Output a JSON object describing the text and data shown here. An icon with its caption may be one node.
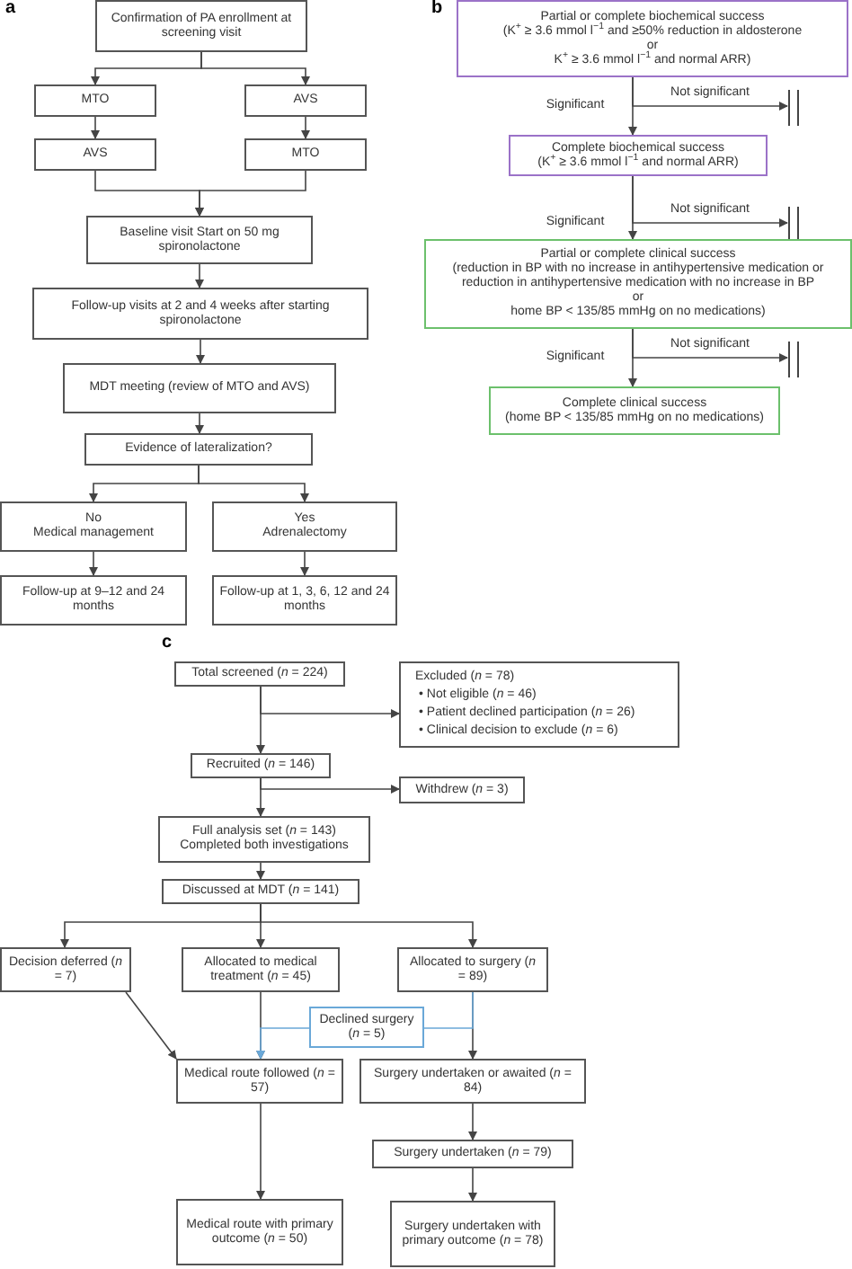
{
  "diagram": {
    "nodes": [
      {
        "text": [
          "Confirmation of PA enrollment at screening visit"
        ]
      },
      {
        "text": [
          "MTO"
        ]
      },
      {
        "text": [
          "AVS"
        ]
      },
      {
        "text": [
          "AVS"
        ]
      },
      {
        "text": [
          "MTO"
        ]
      },
      {
        "text": [
          "Baseline visit Start on 50 mg spironolactone"
        ]
      },
      {
        "text": [
          "Follow-up visits at 2 and 4 weeks after starting spironolactone"
        ]
      },
      {
        "text": [
          "MDT meeting (review of MTO and AVS)"
        ]
      },
      {
        "text": [
          "Evidence of lateralization?"
        ]
      },
      {
        "text": [
          "No",
          "Medical management"
        ]
      },
      {
        "text": [
          "Yes",
          "Adrenalectomy"
        ]
      },
      {
        "text": [
          "Follow-up at 9–12 and 24 months"
        ]
      },
      {
        "text": [
          "Follow-up at 1, 3, 6, 12 and 24 months"
        ]
      },
      {
        "text": [
          "Partial or complete biochemical success",
          "(K$^{+}$ ≥ 3.6 mmol l$^{−1}$ and ≥50% reduction in aldosterone",
          "or",
          "K$^{+}$ ≥ 3.6 mmol l$^{−1}$ and normal ARR)"
        ]
      },
      {
        "text": [],
        "shape": "bar"
      },
      {
        "text": [
          "Complete biochemical success",
          "(K$^{+}$ ≥ 3.6 mmol l$^{−1}$ and normal ARR)"
        ]
      },
      {
        "text": [],
        "shape": "bar"
      },
      {
        "text": [
          "Partial or complete clinical success",
          "(reduction in BP with no increase in antihypertensive medication or reduction in antihypertensive medication with no increase in BP",
          "or",
          "home BP < 135/85 mmHg on no medications)"
        ]
      },
      {
        "text": [],
        "shape": "bar"
      },
      {
        "text": [
          "Complete clinical success",
          "(home BP < 135/85 mmHg on no medications)"
        ]
      },
      {
        "text": [
          "Total screened (*n* = 224)"
        ]
      },
      {
        "text": [
          "Excluded (*n* = 78)",
          "• Not eligible (*n* = 46)",
          "• Patient declined participation (*n* = 26)",
          "• Clinical decision to exclude (*n* = 6)"
        ]
      },
      {
        "text": [
          "Recruited (*n* = 146)"
        ]
      },
      {
        "text": [
          "Withdrew (*n* = 3)"
        ]
      },
      {
        "text": [
          "Full analysis set (*n* = 143) Completed both investigations"
        ]
      },
      {
        "text": [
          "Discussed at MDT (*n* = 141)"
        ]
      },
      {
        "text": [
          "Decision deferred (*n* = 7)"
        ]
      },
      {
        "text": [
          "Allocated to medical treatment (*n* = 45)"
        ]
      },
      {
        "text": [
          "Allocated to surgery (*n* = 89)"
        ]
      },
      {
        "text": [
          "Declined surgery (*n* = 5)"
        ]
      },
      {
        "text": [
          "Medical route followed (*n* = 57)"
        ]
      },
      {
        "text": [
          "Surgery undertaken or awaited (*n* = 84)"
        ]
      },
      {
        "text": [
          "Surgery undertaken (*n* = 79)"
        ]
      },
      {
        "text": [
          "Medical route with primary outcome (*n* = 50)"
        ]
      },
      {
        "text": [
          "Surgery undertaken with primary outcome (*n* = 78)"
        ]
      }
    ],
    "edges": [
      {
        "from": 0,
        "to": 1,
        "arrow": "to"
      },
      {
        "from": 0,
        "to": 2,
        "arrow": "to"
      },
      {
        "from": 1,
        "to": 3,
        "arrow": "to"
      },
      {
        "from": 2,
        "to": 4,
        "arrow": "to"
      },
      {
        "from": 3,
        "to": 5,
        "arrow": "to"
      },
      {
        "from": 4,
        "to": 5,
        "arrow": "to"
      },
      {
        "from": 5,
        "to": 6,
        "arrow": "to"
      },
      {
        "from": 6,
        "to": 7,
        "arrow": "to"
      },
      {
        "from": 7,
        "to": 8,
        "arrow": "to"
      },
      {
        "from": 8,
        "to": 9,
        "arrow": "to"
      },
      {
        "from": 8,
        "to": 10,
        "arrow": "to"
      },
      {
        "from": 9,
        "to": 11,
        "arrow": "to"
      },
      {
        "from": 10,
        "to": 12,
        "arrow": "to"
      },
      {
        "from": 13,
        "to": 15,
        "arrow": "to",
        "label": "Significant"
      },
      {
        "from": 13,
        "to": 14,
        "arrow": "to",
        "label": "Not significant"
      },
      {
        "from": 15,
        "to": 17,
        "arrow": "to",
        "label": "Significant"
      },
      {
        "from": 15,
        "to": 16,
        "arrow": "to",
        "label": "Not significant"
      },
      {
        "from": 17,
        "to": 19,
        "arrow": "to",
        "label": "Significant"
      },
      {
        "from": 17,
        "to": 18,
        "arrow": "to",
        "label": "Not significant"
      },
      {
        "from": 20,
        "to": 21,
        "arrow": "to"
      },
      {
        "from": 20,
        "to": 22,
        "arrow": "to"
      },
      {
        "from": 22,
        "to": 23,
        "arrow": "to"
      },
      {
        "from": 22,
        "to": 24,
        "arrow": "to"
      },
      {
        "from": 24,
        "to": 25,
        "arrow": "to"
      },
      {
        "from": 25,
        "to": 26,
        "arrow": "to"
      },
      {
        "from": 25,
        "to": 27,
        "arrow": "to"
      },
      {
        "from": 25,
        "to": 28,
        "arrow": "to"
      },
      {
        "from": 26,
        "to": 30,
        "arrow": "to"
      },
      {
        "from": 27,
        "to": 30,
        "arrow": "to"
      },
      {
        "from": 28,
        "to": 31,
        "arrow": "to"
      },
      {
        "from": 28,
        "to": 29,
        "arrow": "none",
        "color": "#6aa8d8"
      },
      {
        "from": 29,
        "to": 30,
        "arrow": "to",
        "color": "#6aa8d8"
      },
      {
        "from": 30,
        "to": 33,
        "arrow": "to"
      },
      {
        "from": 31,
        "to": 32,
        "arrow": "to"
      },
      {
        "from": 32,
        "to": 34,
        "arrow": "to"
      }
    ],
    "labels": [
      "a",
      "b",
      "c"
    ]
  }
}
